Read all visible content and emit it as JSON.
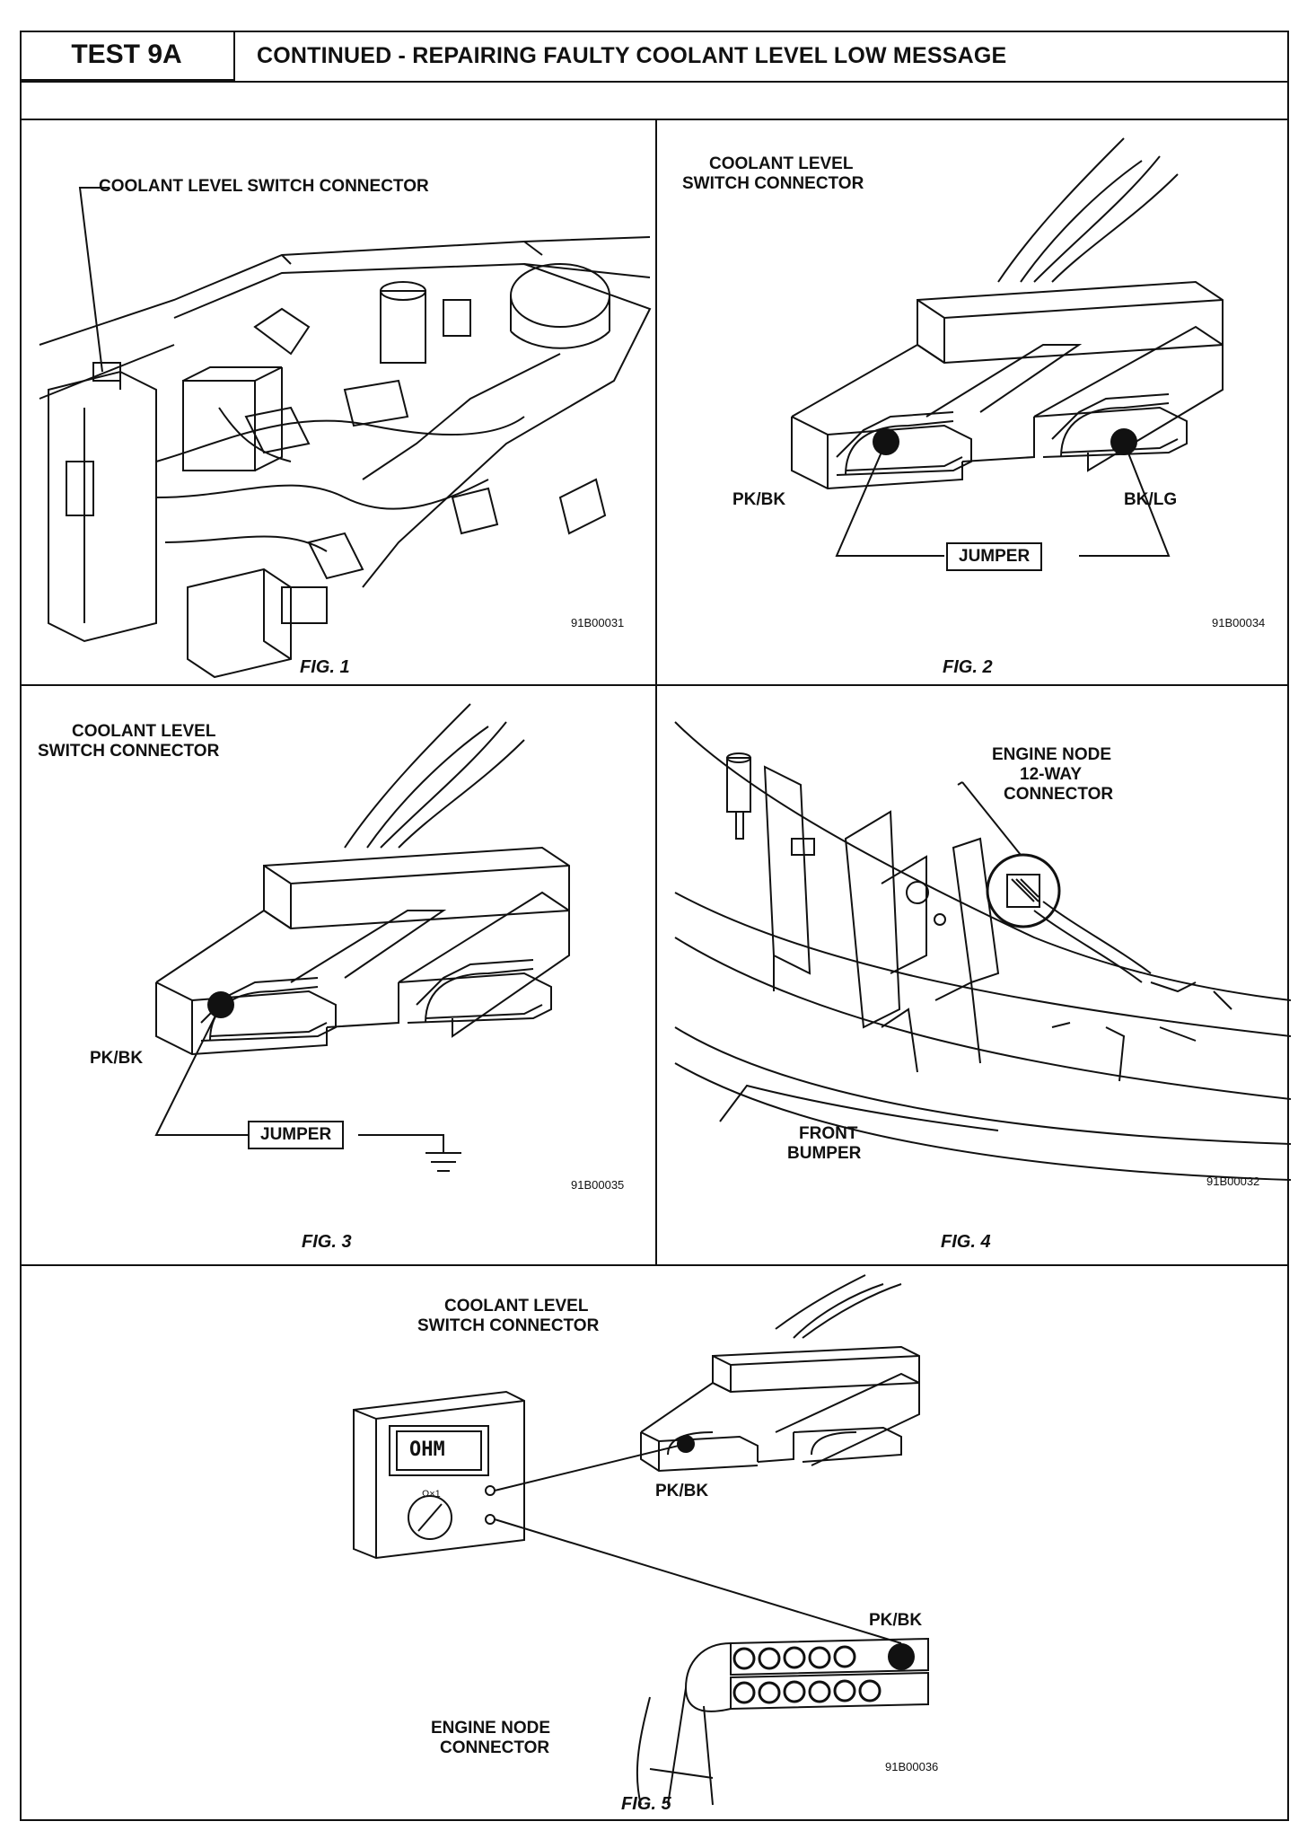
{
  "header": {
    "test_label": "TEST 9A",
    "title": "CONTINUED - REPAIRING FAULTY COOLANT LEVEL LOW MESSAGE"
  },
  "fig1": {
    "callout": "COOLANT LEVEL SWITCH CONNECTOR",
    "code": "91B00031",
    "caption": "FIG. 1"
  },
  "fig2": {
    "callout_line1": "COOLANT LEVEL",
    "callout_line2": "SWITCH CONNECTOR",
    "left_wire": "PK/BK",
    "right_wire": "BK/LG",
    "jumper": "JUMPER",
    "code": "91B00034",
    "caption": "FIG. 2"
  },
  "fig3": {
    "callout_line1": "COOLANT LEVEL",
    "callout_line2": "SWITCH CONNECTOR",
    "wire": "PK/BK",
    "jumper": "JUMPER",
    "code": "91B00035",
    "caption": "FIG. 3"
  },
  "fig4": {
    "callout_line1": "ENGINE NODE",
    "callout_line2": "12-WAY",
    "callout_line3": "CONNECTOR",
    "bumper_line1": "FRONT",
    "bumper_line2": "BUMPER",
    "code": "91B00032",
    "caption": "FIG. 4"
  },
  "fig5": {
    "callout_line1": "COOLANT LEVEL",
    "callout_line2": "SWITCH CONNECTOR",
    "switch_wire": "PK/BK",
    "node_wire": "PK/BK",
    "meter_display": "OHM",
    "meter_range": "Ω×1",
    "node_line1": "ENGINE NODE",
    "node_line2": "CONNECTOR",
    "code": "91B00036",
    "caption": "FIG. 5"
  }
}
